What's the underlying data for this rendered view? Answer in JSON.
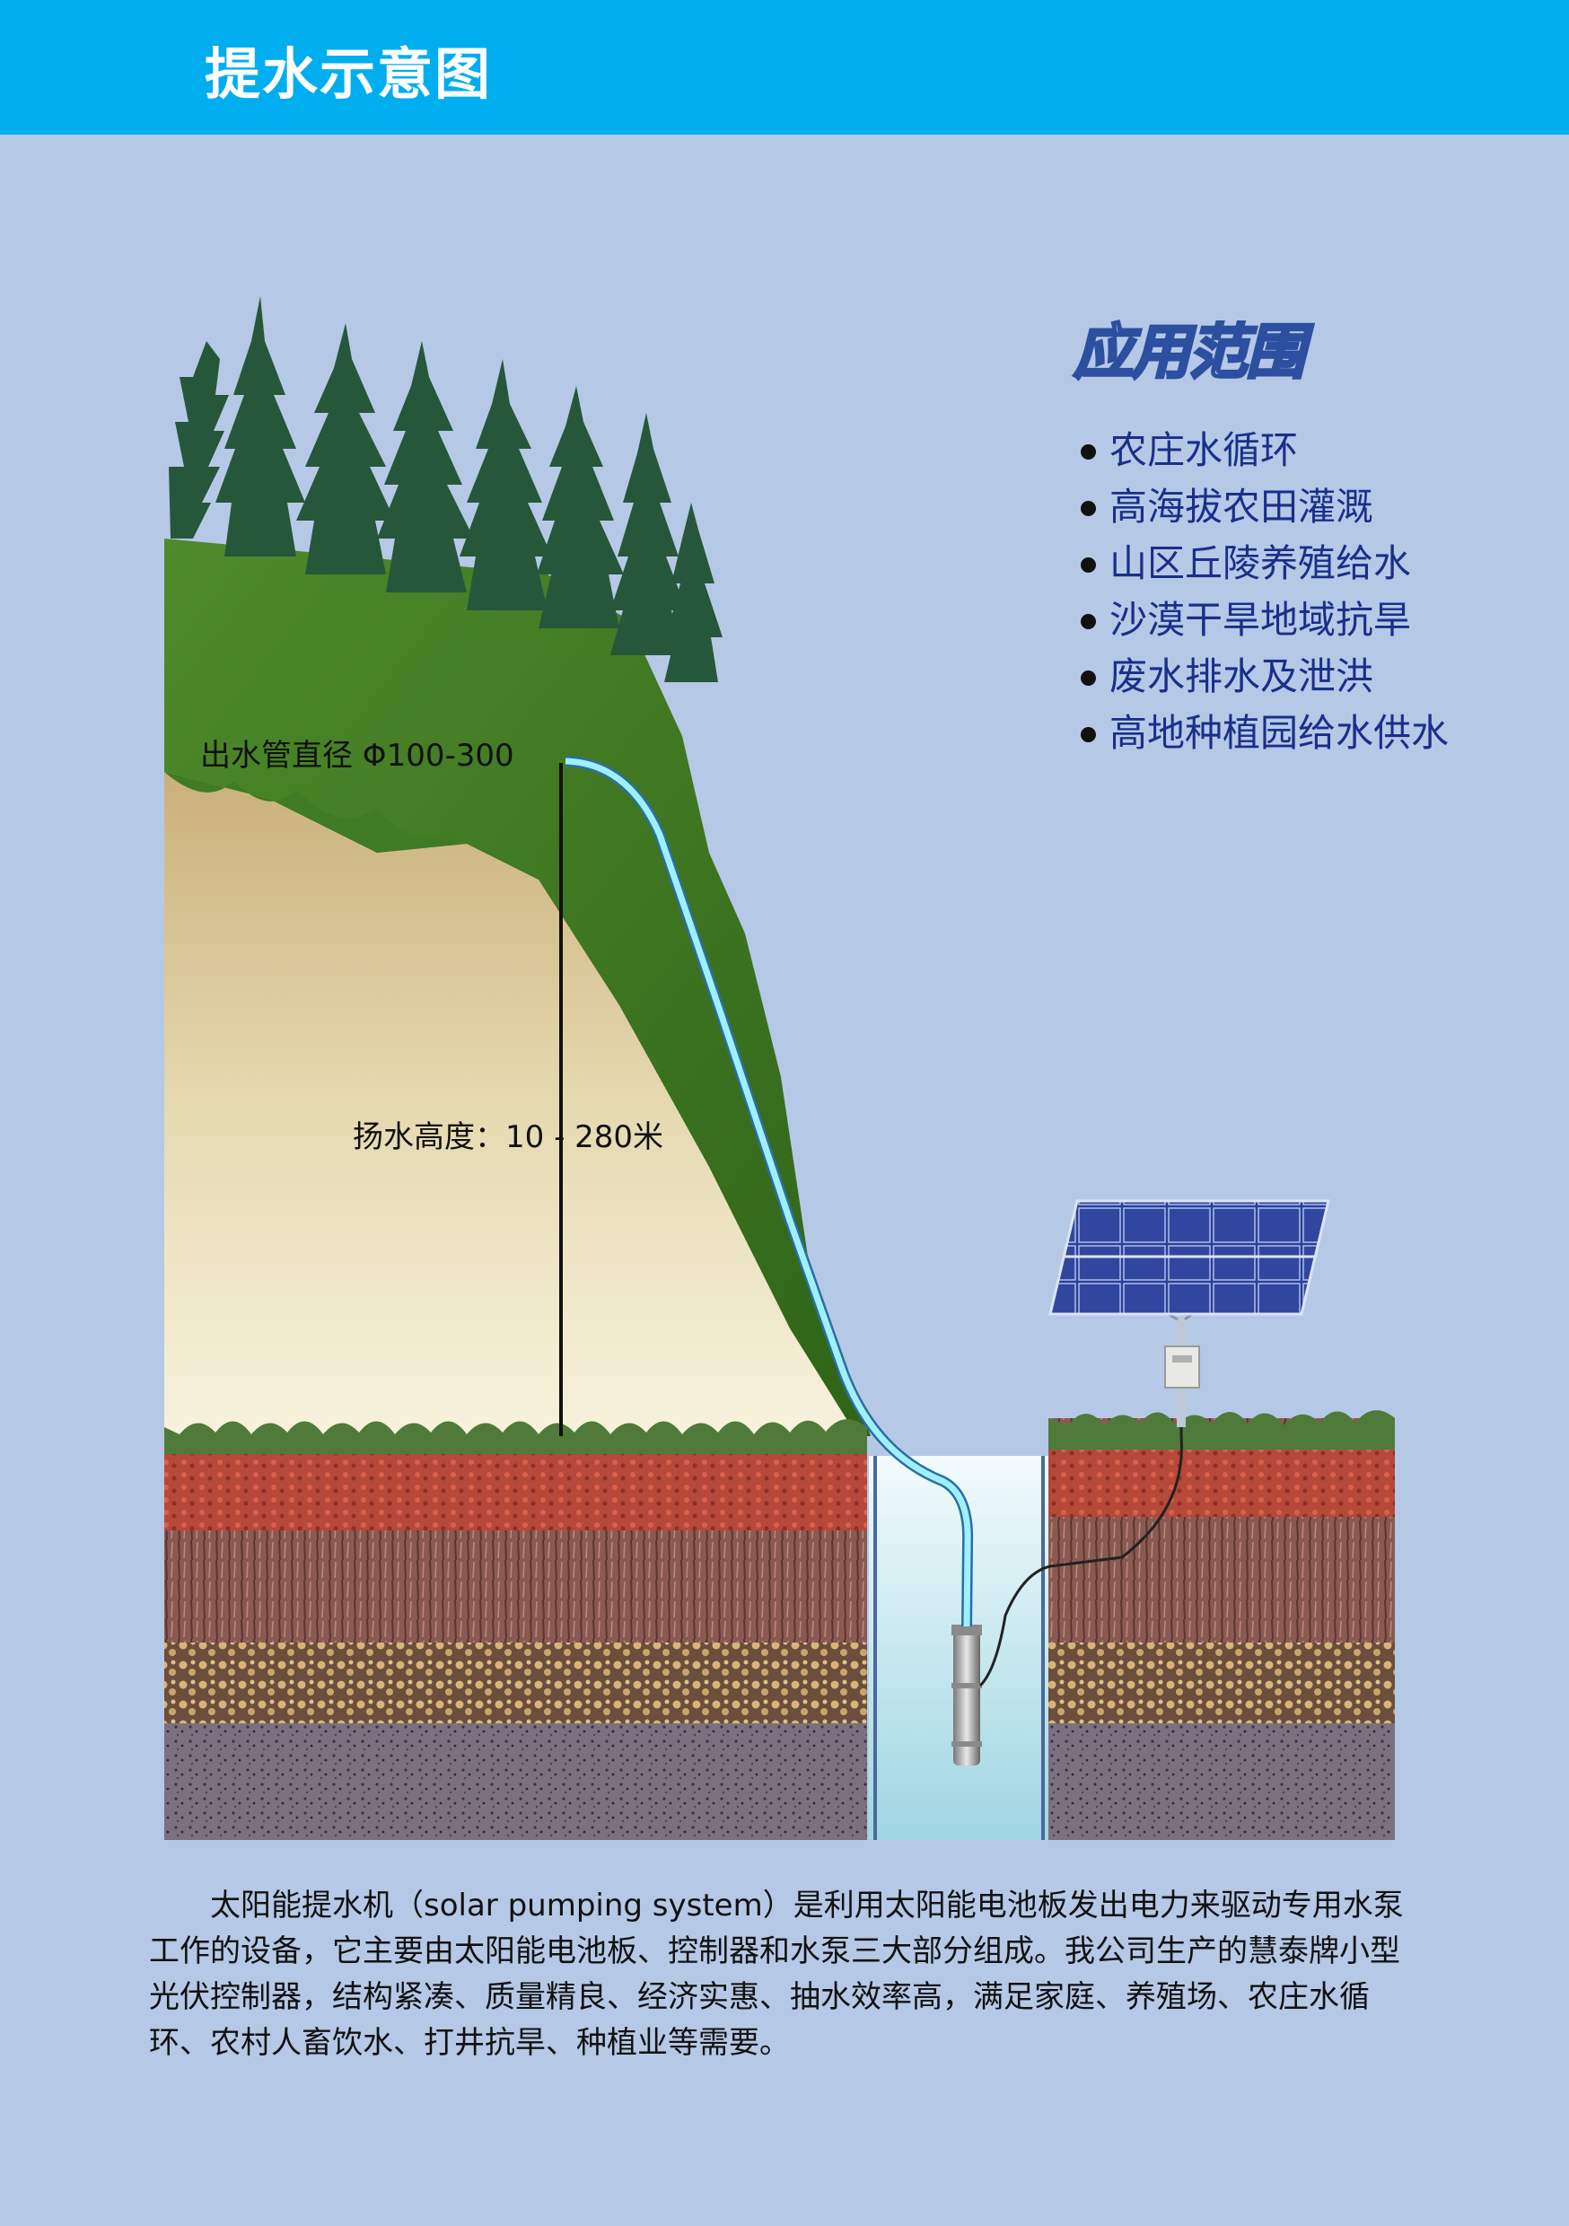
{
  "header": {
    "title": "提水示意图",
    "color": "#00aeef"
  },
  "applications": {
    "title": "应用范围",
    "items": [
      "农庄水循环",
      "高海拔农田灌溉",
      "山区丘陵养殖给水",
      "沙漠干旱地域抗旱",
      "废水排水及泄洪",
      "高地种植园给水供水"
    ]
  },
  "diagram": {
    "pipe_label": "出水管直径  Φ100-300",
    "lift_label": "扬水高度：10 - 280米",
    "icons": [
      "pine-trees",
      "cliff",
      "soil-layers",
      "well",
      "submersible-pump",
      "solar-panel",
      "controller-box",
      "water-pipe",
      "power-cable"
    ]
  },
  "description": "太阳能提水机（solar pumping system）是利用太阳能电池板发出电力来驱动专用水泵工作的设备，它主要由太阳能电池板、控制器和水泵三大部分组成。我公司生产的慧泰牌小型光伏控制器，结构紧凑、质量精良、经济实惠、抽水效率高，满足家庭、养殖场、农庄水循环、农村人畜饮水、打井抗旱、种植业等需要。",
  "colors": {
    "background": "#b5c9e6",
    "grass": "#3f7a24",
    "soil_red": "#b5493a",
    "water": "#bfe6ee",
    "pipe": "#9ff0ff"
  }
}
